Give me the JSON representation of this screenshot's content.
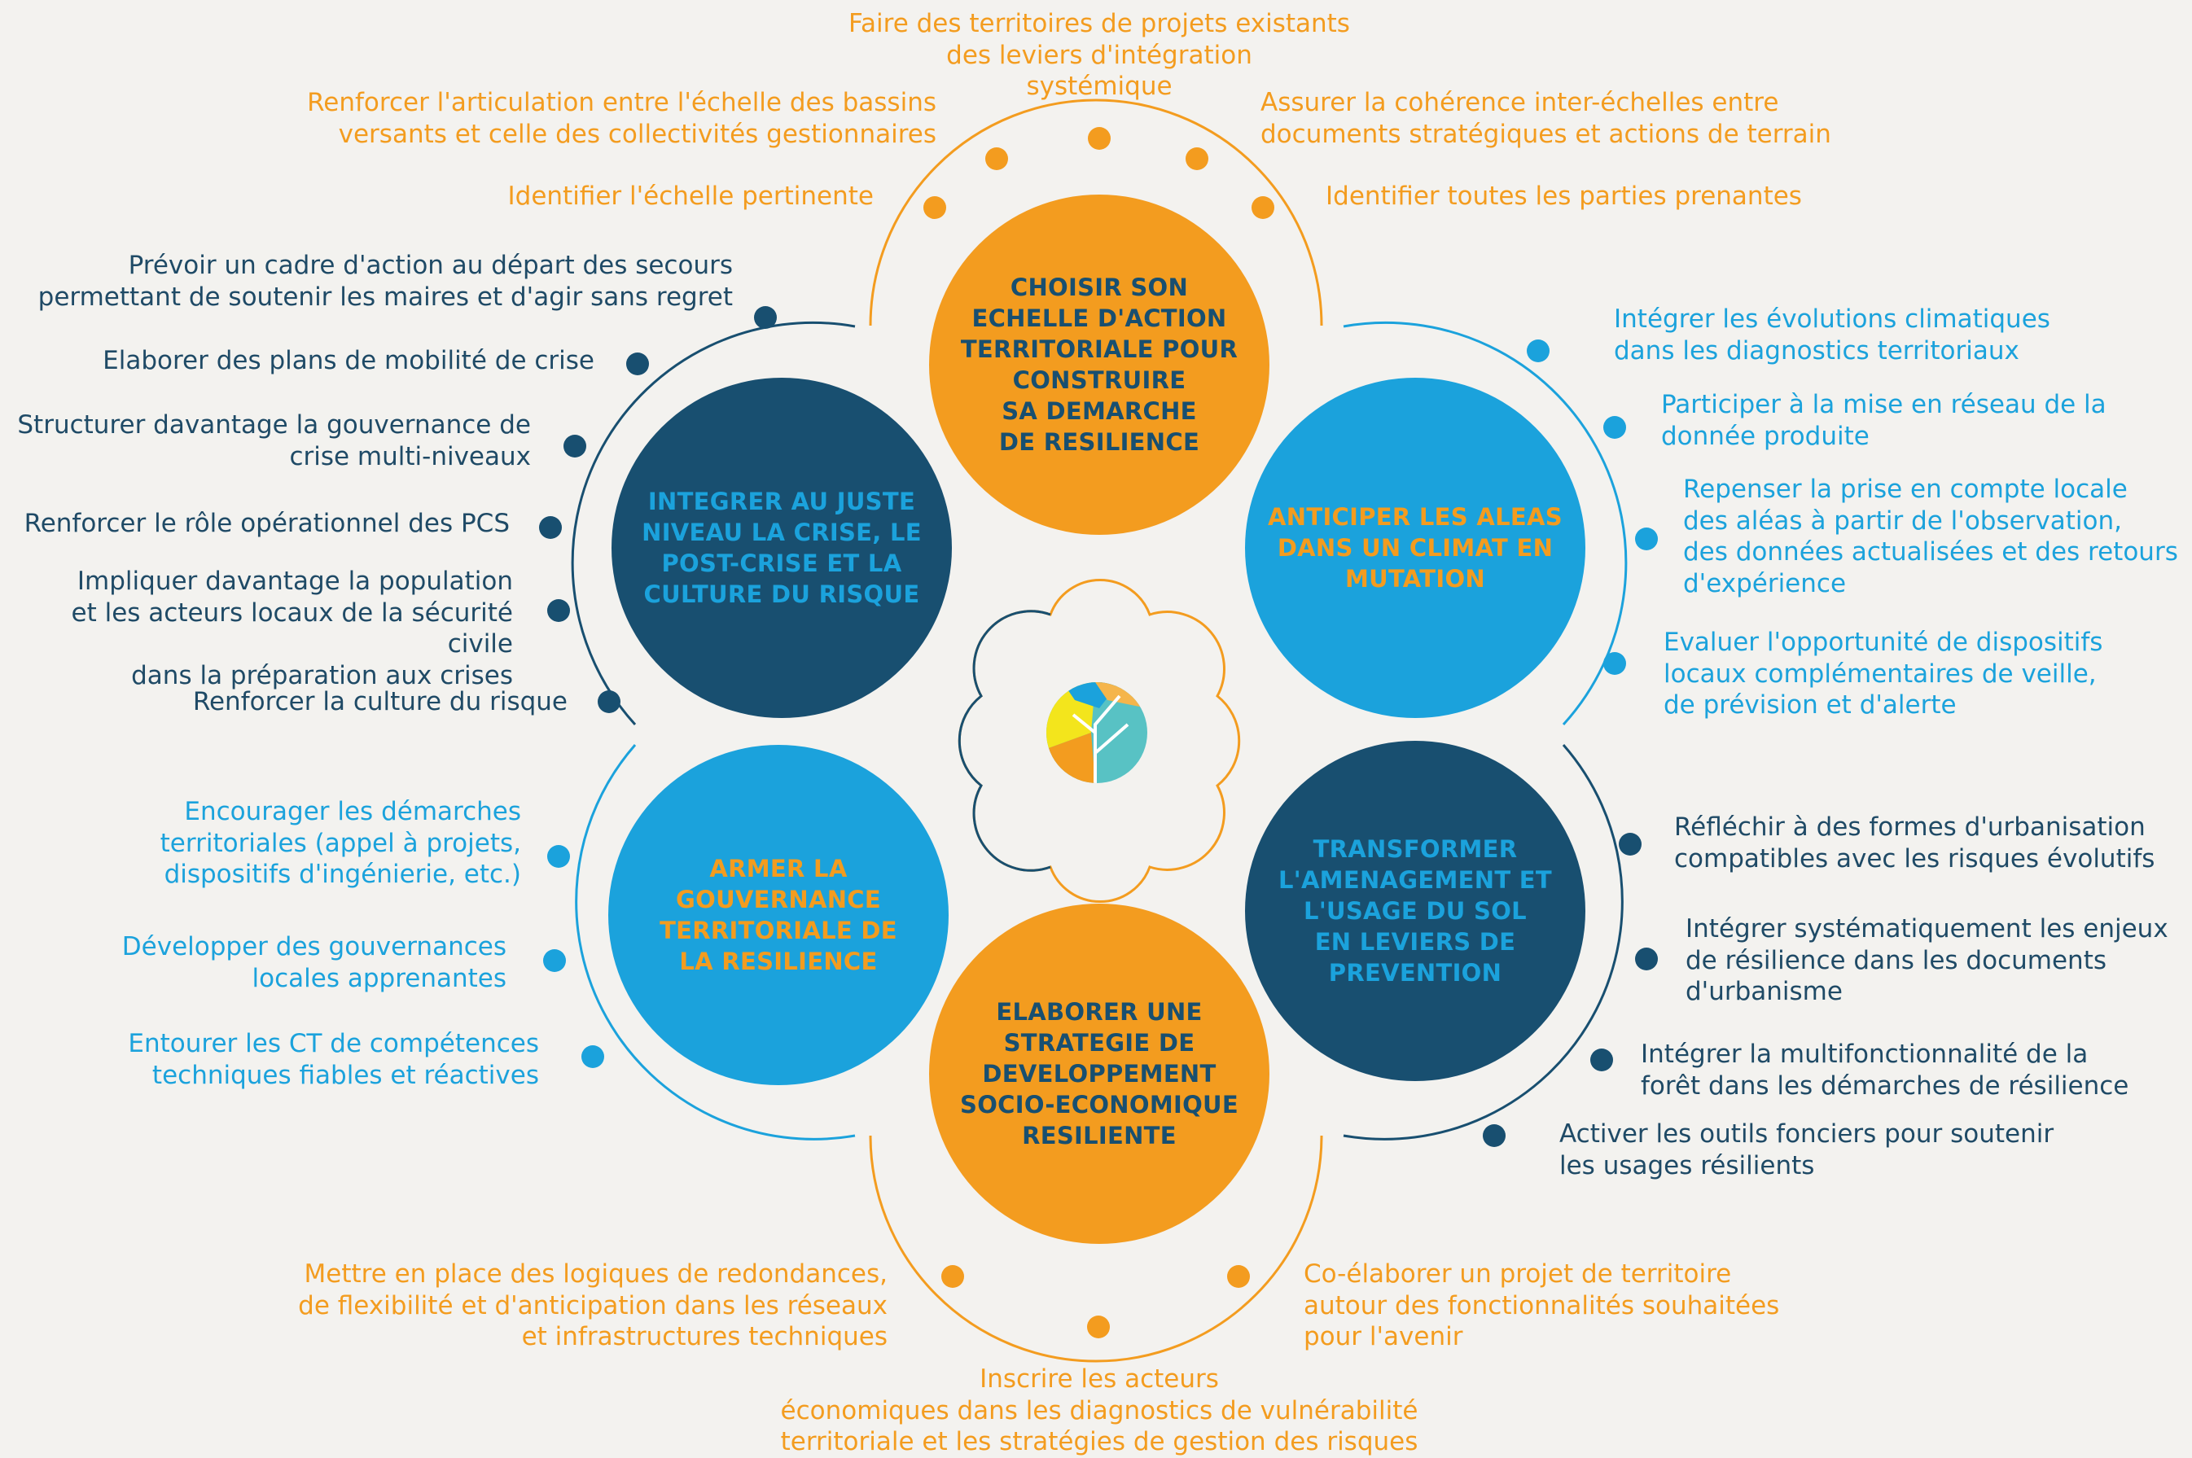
{
  "colors": {
    "orange": "#f39c1f",
    "navy": "#184f70",
    "sky": "#1ba2dc",
    "dark_text": "#1f4a66",
    "background": "#f3f2ef"
  },
  "center_logo": {
    "icon": "tree-leaf-icon"
  },
  "circles": {
    "top": "CHOISIR SON\nECHELLE D'ACTION\nTERRITORIALE POUR\nCONSTRUIRE\nSA DEMARCHE\nDE RESILIENCE",
    "left": "INTEGRER AU JUSTE\nNIVEAU LA CRISE, LE\nPOST-CRISE ET LA\nCULTURE DU RISQUE",
    "right": "ANTICIPER LES ALEAS\nDANS UN CLIMAT EN\nMUTATION",
    "bottom_left": "ARMER LA\nGOUVERNANCE\nTERRITORIALE DE\nLA RESILIENCE",
    "bottom_right": "TRANSFORMER\nL'AMENAGEMENT ET\nL'USAGE DU SOL\nEN LEVIERS DE\nPREVENTION",
    "bottom": "ELABORER UNE\nSTRATEGIE DE\nDEVELOPPEMENT\nSOCIO-ECONOMIQUE\nRESILIENTE"
  },
  "annotations": {
    "top": [
      "Faire des territoires de projets existants\ndes leviers d'intégration\nsystémique",
      "Renforcer l'articulation entre l'échelle des bassins\nversants et celle des collectivités gestionnaires",
      "Assurer la cohérence inter-échelles entre\ndocuments stratégiques et actions de terrain",
      "Identifier l'échelle pertinente",
      "Identifier toutes les parties prenantes"
    ],
    "left": [
      "Prévoir un cadre d'action au départ des secours\npermettant de soutenir les maires et d'agir sans regret",
      "Elaborer des plans de mobilité de crise",
      "Structurer davantage la gouvernance de\ncrise multi-niveaux",
      "Renforcer le rôle opérationnel des PCS",
      "Impliquer davantage la population\net les acteurs locaux de la sécurité civile\ndans la préparation aux crises",
      "Renforcer la culture du risque"
    ],
    "right": [
      "Intégrer les évolutions climatiques\ndans les diagnostics territoriaux",
      "Participer à la mise en réseau de la\ndonnée produite",
      "Repenser la prise en compte locale\ndes aléas à partir de l'observation,\ndes données actualisées et des retours\nd'expérience",
      "Evaluer l'opportunité de dispositifs\nlocaux complémentaires de veille,\nde prévision et d'alerte"
    ],
    "bottom_left": [
      "Encourager les démarches\nterritoriales (appel à projets,\ndispositifs d'ingénierie, etc.)",
      "Développer des gouvernances\nlocales apprenantes",
      "Entourer les CT de compétences\ntechniques fiables et réactives"
    ],
    "bottom_right": [
      "Réfléchir à des formes d'urbanisation\ncompatibles avec les risques évolutifs",
      "Intégrer systématiquement les enjeux\nde résilience dans les documents\nd'urbanisme",
      "Intégrer la multifonctionnalité de la\nforêt dans les démarches de résilience",
      "Activer les outils fonciers pour soutenir\nles usages résilients"
    ],
    "bottom": [
      "Mettre en place des logiques de redondances,\nde flexibilité et d'anticipation dans les réseaux\net infrastructures techniques",
      "Co-élaborer un projet de territoire\nautour des fonctionnalités souhaitées\npour l'avenir",
      "Inscrire les acteurs\néconomiques dans les diagnostics de vulnérabilité\nterritoriale et les stratégies de gestion des risques"
    ]
  }
}
